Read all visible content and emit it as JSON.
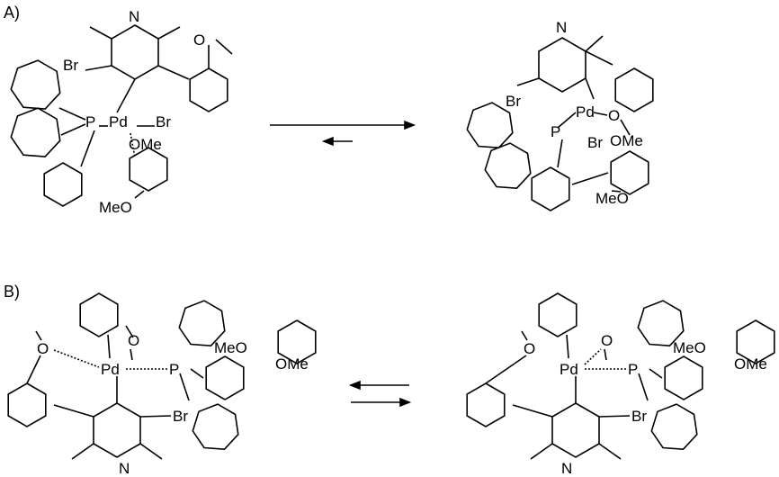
{
  "panel_a": {
    "label": "A)",
    "left": {
      "n": "N",
      "br_ring": "Br",
      "p": "P",
      "pd": "Pd",
      "br_pd": "Br",
      "ome": "OMe",
      "meo": "MeO",
      "o_anisyl": "O"
    },
    "right": {
      "n": "N",
      "br_ring": "Br",
      "p": "P",
      "pd": "Pd",
      "o": "O",
      "br_pd": "Br",
      "ome": "OMe",
      "meo": "MeO"
    }
  },
  "panel_b": {
    "label": "B)",
    "left": {
      "o_left": "O",
      "o_top": "O",
      "pd": "Pd",
      "p": "P",
      "meo": "MeO",
      "ome": "OMe",
      "br": "Br",
      "n": "N"
    },
    "right": {
      "o_left": "O",
      "o_top": "O",
      "pd": "Pd",
      "p": "P",
      "meo": "MeO",
      "ome": "OMe",
      "br": "Br",
      "n": "N"
    }
  }
}
